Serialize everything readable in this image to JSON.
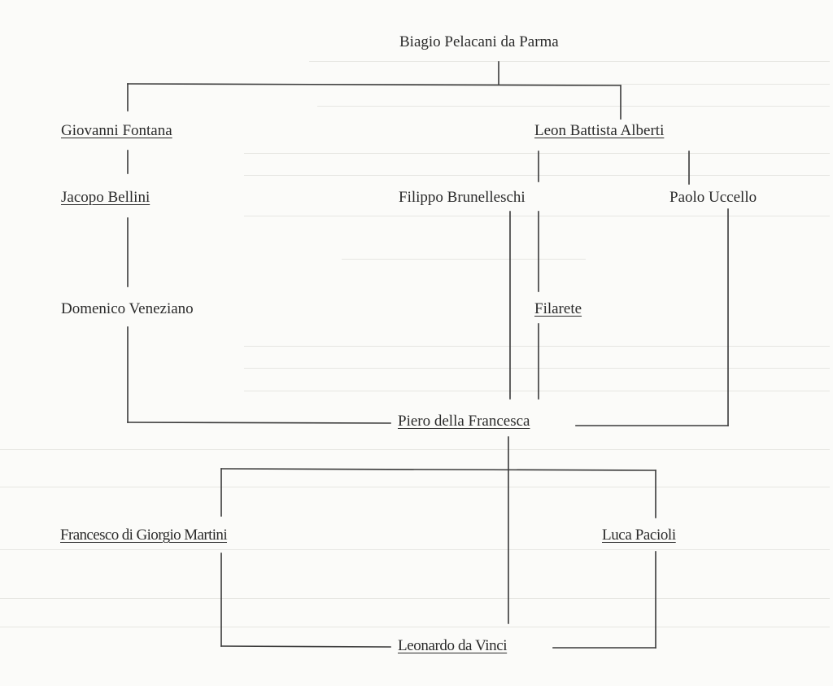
{
  "diagram": {
    "type": "genealogy-tree",
    "nodes": {
      "biagio": {
        "label": "Biagio Pelacani da Parma",
        "underlined": false
      },
      "fontana": {
        "label": "Giovanni Fontana",
        "underlined": true
      },
      "alberti": {
        "label": "Leon Battista Alberti",
        "underlined": true
      },
      "bellini": {
        "label": "Jacopo Bellini",
        "underlined": true
      },
      "brunelleschi": {
        "label": "Filippo Brunelleschi",
        "underlined": false
      },
      "uccello": {
        "label": "Paolo Uccello",
        "underlined": false
      },
      "veneziano": {
        "label": "Domenico Veneziano",
        "underlined": false
      },
      "filarete": {
        "label": "Filarete",
        "underlined": true
      },
      "piero": {
        "label": "Piero della Francesca",
        "underlined": true
      },
      "martini": {
        "label": "Francesco di Giorgio Martini",
        "underlined": true
      },
      "pacioli": {
        "label": "Luca Pacioli",
        "underlined": true
      },
      "leonardo": {
        "label": "Leonardo da Vinci",
        "underlined": true
      }
    },
    "edges": [
      [
        "biagio",
        "fontana"
      ],
      [
        "biagio",
        "alberti"
      ],
      [
        "fontana",
        "bellini"
      ],
      [
        "bellini",
        "veneziano"
      ],
      [
        "alberti",
        "filarete"
      ],
      [
        "alberti",
        "uccello"
      ],
      [
        "brunelleschi",
        "piero"
      ],
      [
        "filarete",
        "piero"
      ],
      [
        "veneziano",
        "piero"
      ],
      [
        "uccello",
        "piero"
      ],
      [
        "piero",
        "martini"
      ],
      [
        "piero",
        "pacioli"
      ],
      [
        "piero",
        "leonardo"
      ],
      [
        "martini",
        "leonardo"
      ],
      [
        "pacioli",
        "leonardo"
      ]
    ]
  }
}
